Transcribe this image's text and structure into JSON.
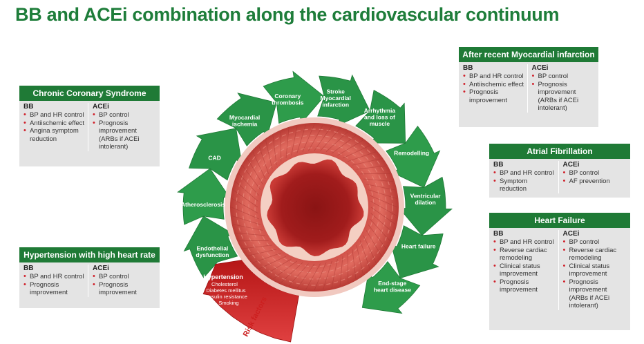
{
  "title": "BB and ACEi combination along the cardiovascular continuum",
  "colors": {
    "accent_green": "#1f7a36",
    "arrow_green": "#2b9a48",
    "risk_red": "#cc1f1f",
    "bullet_red": "#d0202a"
  },
  "wheel": {
    "stages": [
      {
        "label": [
          "Endothelial",
          "dysfunction"
        ]
      },
      {
        "label": [
          "Atherosclerosis"
        ]
      },
      {
        "label": [
          "CAD"
        ]
      },
      {
        "label": [
          "Myocardial",
          "ischemia"
        ]
      },
      {
        "label": [
          "Coronary",
          "thrombosis"
        ]
      },
      {
        "label": [
          "Stroke",
          "Myocardial",
          "infarction"
        ]
      },
      {
        "label": [
          "Arrhythmia",
          "and loss of",
          "muscle"
        ]
      },
      {
        "label": [
          "Remodelling"
        ]
      },
      {
        "label": [
          "Ventricular",
          "dilation"
        ]
      },
      {
        "label": [
          "Heart failure"
        ]
      },
      {
        "label": [
          "End-stage",
          "heart disease"
        ]
      }
    ],
    "risk": {
      "title": "Hypertension",
      "items": [
        "Cholesterol",
        "Diabetes mellitus",
        "Insulin resistance",
        "Smoking"
      ],
      "tag": "Risk factors"
    }
  },
  "boxes": [
    {
      "key": "ccs",
      "header": "Chronic Coronary Syndrome",
      "bb": {
        "title": "BB",
        "items": [
          "BP and HR control",
          "Antiischemic effect",
          "Angina symptom reduction"
        ]
      },
      "acei": {
        "title": "ACEi",
        "items": [
          "BP control",
          "Prognosis improvement (ARBs if ACEi intolerant)"
        ]
      }
    },
    {
      "key": "htn",
      "header": "Hypertension with high heart rate",
      "bb": {
        "title": "BB",
        "items": [
          "BP and HR control",
          "Prognosis improvement"
        ]
      },
      "acei": {
        "title": "ACEi",
        "items": [
          "BP control",
          "Prognosis improvement"
        ]
      }
    },
    {
      "key": "mi",
      "header": "After recent Myocardial infarction",
      "bb": {
        "title": "BB",
        "items": [
          "BP and HR control",
          "Antiischemic effect",
          "Prognosis improvement"
        ]
      },
      "acei": {
        "title": "ACEi",
        "items": [
          "BP control",
          "Prognosis improvement (ARBs if ACEi intolerant)"
        ]
      }
    },
    {
      "key": "af",
      "header": "Atrial Fibrillation",
      "bb": {
        "title": "BB",
        "items": [
          "BP and HR control",
          "Symptom reduction"
        ]
      },
      "acei": {
        "title": "ACEi",
        "items": [
          "BP control",
          "AF prevention"
        ]
      }
    },
    {
      "key": "hf",
      "header": "Heart Failure",
      "bb": {
        "title": "BB",
        "items": [
          "BP and HR control",
          "Reverse cardiac remodeling",
          "Clinical status improvement",
          "Prognosis improvement"
        ]
      },
      "acei": {
        "title": "ACEi",
        "items": [
          "BP control",
          "Reverse cardiac remodeling",
          "Clinical status improvement",
          "Prognosis improvement (ARBs if ACEi intolerant)"
        ]
      }
    }
  ]
}
